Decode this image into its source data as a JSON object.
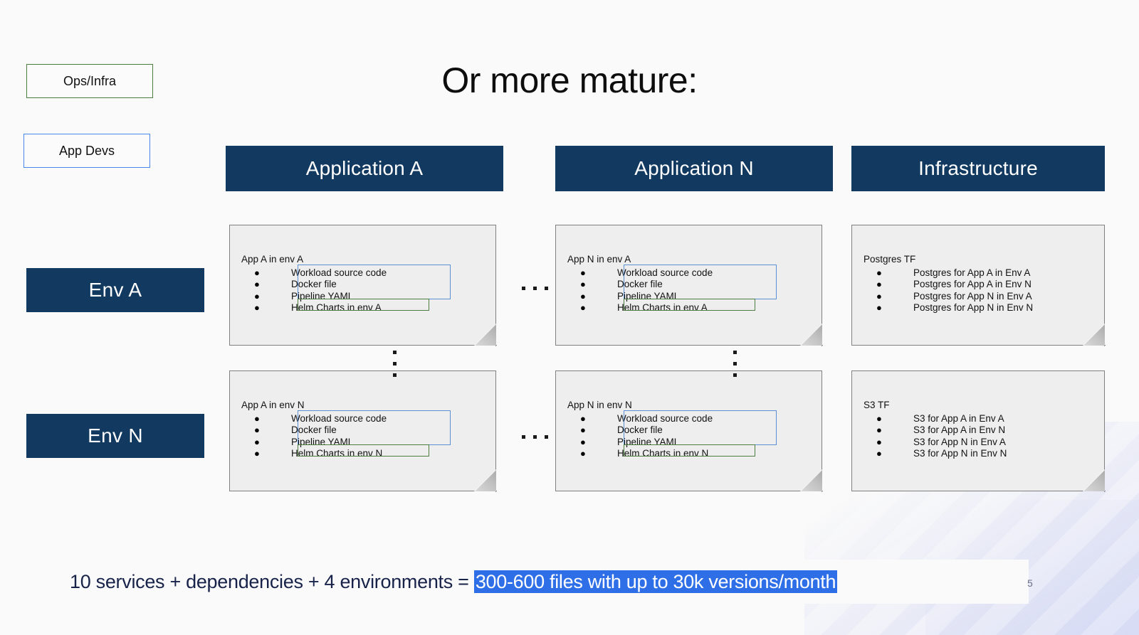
{
  "title": "Or more mature:",
  "page_number": "5",
  "colors": {
    "navy": "#12395f",
    "ops_border": "#4a7c3f",
    "devs_border": "#4a86e8",
    "annot_blue": "#5b8fd4",
    "annot_green": "#4f7c3f",
    "highlight_bg": "#2e6fe8",
    "card_bg": "#eeeeee",
    "slide_bg": "#fafafa",
    "summary_text": "#18234a"
  },
  "legend": {
    "ops_infra": "Ops/Infra",
    "app_devs": "App Devs"
  },
  "env_labels": [
    {
      "label": "Env A"
    },
    {
      "label": "Env N"
    }
  ],
  "columns": [
    {
      "header": "Application A"
    },
    {
      "header": "Application N"
    },
    {
      "header": "Infrastructure"
    }
  ],
  "cards": {
    "app_a_env_a": {
      "title": "App A in env A",
      "items": [
        "Workload source code",
        "Docker file",
        "Pipeline YAML",
        "Helm Charts in env A"
      ]
    },
    "app_a_env_n": {
      "title": "App A in env N",
      "items": [
        "Workload source code",
        "Docker file",
        "Pipeline YAML",
        "Helm Charts in env N"
      ]
    },
    "app_n_env_a": {
      "title": "App N in env A",
      "items": [
        "Workload source code",
        "Docker file",
        "Pipeline YAML",
        "Helm Charts in env A"
      ]
    },
    "app_n_env_n": {
      "title": "App N in env N",
      "items": [
        "Workload source code",
        "Docker file",
        "Pipeline YAML",
        "Helm Charts in env N"
      ]
    },
    "postgres_tf": {
      "title": "Postgres TF",
      "items": [
        "Postgres for App A in Env A",
        "Postgres for App A in Env N",
        "Postgres for App N in Env A",
        "Postgres for App N in Env N"
      ]
    },
    "s3_tf": {
      "title": "S3 TF",
      "items": [
        "S3 for App A in Env A",
        "S3 for App A in Env N",
        "S3 for App N in Env A",
        "S3 for App N in Env N"
      ]
    }
  },
  "bullet_glyph": "●",
  "ellipsis": {
    "horizontal": "...",
    "vertical": "⋮"
  },
  "summary": {
    "prefix": "10 services + dependencies + 4 environments = ",
    "highlight": "300-600 files with up to 30k versions/month"
  }
}
